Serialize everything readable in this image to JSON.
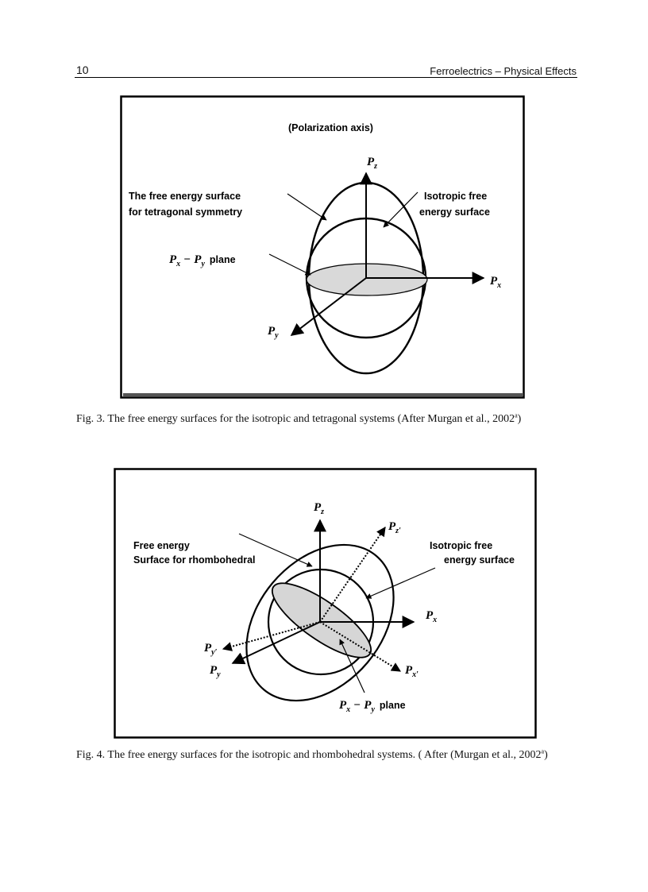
{
  "header": {
    "page_number": "10",
    "running_title": "Ferroelectrics – Physical Effects"
  },
  "figure3": {
    "polarization_axis_label": "(Polarization axis)",
    "tetragonal_label_line1": "The free energy surface",
    "tetragonal_label_line2": "for tetragonal symmetry",
    "isotropic_label_line1": "Isotropic free",
    "isotropic_label_line2": "energy surface",
    "plane_label": "plane",
    "axis_z": "P",
    "axis_z_sub": "z",
    "axis_x": "P",
    "axis_x_sub": "x",
    "axis_y": "P",
    "axis_y_sub": "y",
    "plane_px": "P",
    "plane_px_sub": "x",
    "plane_minus": "−",
    "plane_py": "P",
    "plane_py_sub": "y",
    "caption_text": "Fig. 3. The free energy surfaces for the isotropic and tetragonal systems (After Murgan et al., 2002",
    "caption_sup": "a",
    "caption_end": ")"
  },
  "figure4": {
    "rhombo_label_line1": "Free energy",
    "rhombo_label_line2": "Surface for rhombohedral",
    "isotropic_label_line1": "Isotropic free",
    "isotropic_label_line2": "energy surface",
    "plane_label": "plane",
    "axis_z": "P",
    "axis_z_sub": "z",
    "axis_z_prime_sub": "z′",
    "axis_x": "P",
    "axis_x_sub": "x",
    "axis_x_prime_sub": "x′",
    "axis_y": "P",
    "axis_y_sub": "y",
    "axis_y_prime_sub": "y′",
    "plane_minus": "−",
    "caption_text": "Fig. 4. The free energy surfaces for the isotropic and rhombohedral systems. ( After (Murgan et al., 2002",
    "caption_sup": "a",
    "caption_end": ")"
  }
}
